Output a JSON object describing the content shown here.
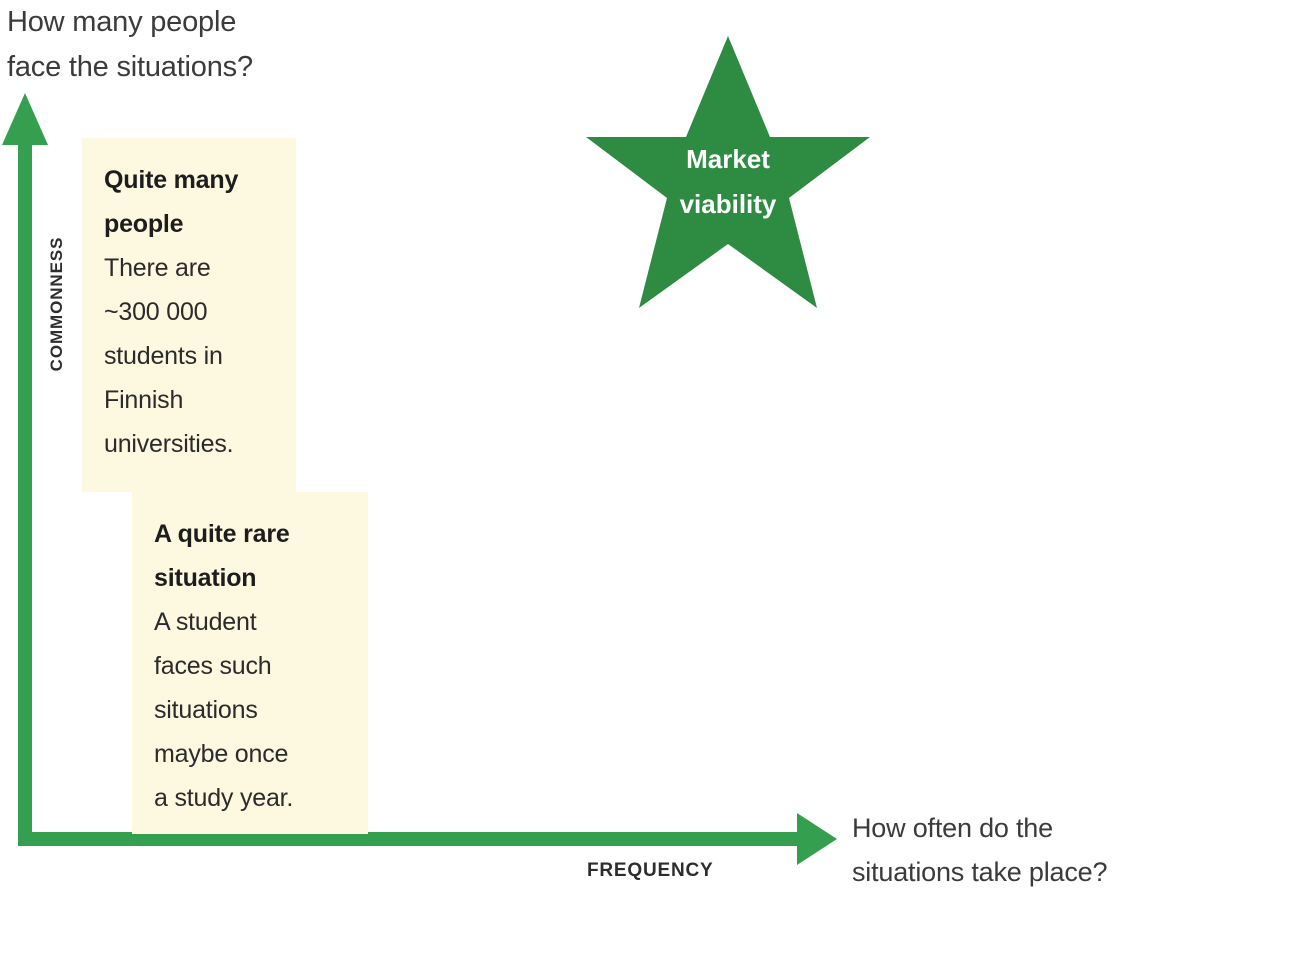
{
  "chart_data": {
    "type": "scatter",
    "title": "How many people\nface the situations?",
    "xlabel": "FREQUENCY",
    "ylabel": "COMMONNESS",
    "x_axis_caption": "How often do the\nsituations take place?",
    "y_axis_caption": "How many people\nface the situations?",
    "grid": false,
    "legend": "none",
    "annotations": [
      {
        "id": "quite-many-people",
        "heading": "Quite many\npeople",
        "body": "There are\n~300 000\nstudents in\nFinnish\nuniversities.",
        "axis": "COMMONNESS",
        "position": "upper-left",
        "background_color": "#FDF8E0"
      },
      {
        "id": "a-quite-rare-situation",
        "heading": "A quite rare\nsituation",
        "body": "A student\nfaces such\nsituations\nmaybe once\na study year.",
        "axis": "FREQUENCY",
        "position": "lower-left",
        "background_color": "#FDF8E0"
      }
    ],
    "markers": [
      {
        "id": "market-viability",
        "label": "Market\nviability",
        "shape": "star",
        "color": "#2E8B42",
        "text_color": "#FFFFFF",
        "quadrant": "high-frequency-high-commonness"
      }
    ]
  },
  "title": {
    "text": "How many people\nface the situations?"
  },
  "axes": {
    "y": {
      "name": "COMMONNESS",
      "caption": "How many people\nface the situations?",
      "color": "#34A04F",
      "direction": "up"
    },
    "x": {
      "name": "FREQUENCY",
      "caption": "How often do the\nsituations take place?",
      "color": "#34A04F",
      "direction": "right"
    }
  },
  "notes": [
    {
      "heading": "Quite many\npeople",
      "body": "There are\n~300 000\nstudents in\nFinnish\nuniversities."
    },
    {
      "heading": "A quite rare\nsituation",
      "body": "A student\nfaces such\nsituations\nmaybe once\na study year."
    }
  ],
  "star": {
    "label": "Market\nviability",
    "color": "#2E8B42"
  },
  "colors": {
    "axis_green": "#34A04F",
    "star_green": "#2E8B42",
    "note_background": "#FDF8E0",
    "text_dark": "#3B3B3B",
    "heading_dark": "#1D1D1D"
  }
}
